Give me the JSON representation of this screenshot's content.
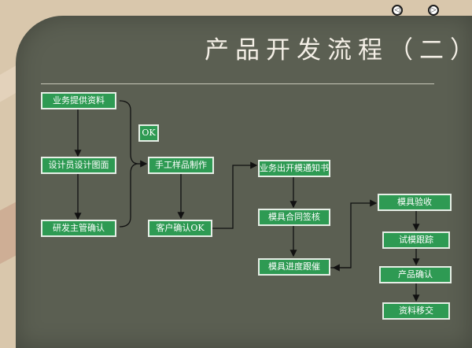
{
  "title": "产品开发流程（二）",
  "nav": {
    "prev": "◁",
    "next": "▷"
  },
  "nodes": {
    "business_info": "业务提供资料",
    "designer_drawing": "设计员设计图面",
    "rd_manager_confirm": "研发主管确认",
    "ok": "OK",
    "hand_sample": "手工样品制作",
    "customer_confirm": "客户确认OK",
    "mold_notice": "业务出开模通知书",
    "mold_contract": "模具合同签核",
    "mold_progress": "模具进度跟催",
    "mold_acceptance": "模具验收",
    "trial_tracking": "试模跟踪",
    "product_confirm": "产品确认",
    "data_transfer": "资料移交"
  }
}
